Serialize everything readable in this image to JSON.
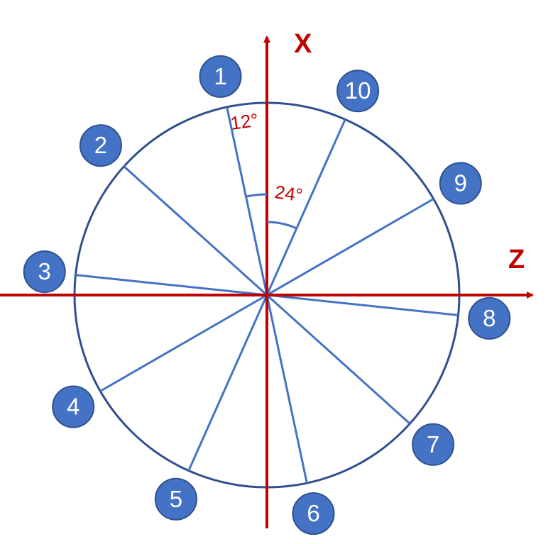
{
  "axes": {
    "x_label": "X",
    "z_label": "Z",
    "axis_color": "#C00000"
  },
  "angles": {
    "small": "12°",
    "large": "24°",
    "label_color": "#C00000"
  },
  "colors": {
    "circle": "#2F4F8F",
    "spokes": "#4472C4",
    "badge_fill": "#4472C4",
    "badge_stroke": "#2F528F",
    "badge_text": "#FFFFFF"
  },
  "positions": [
    {
      "label": "1",
      "angle_deg": 12
    },
    {
      "label": "2",
      "angle_deg": 48
    },
    {
      "label": "3",
      "angle_deg": 84
    },
    {
      "label": "4",
      "angle_deg": 120
    },
    {
      "label": "5",
      "angle_deg": 156
    },
    {
      "label": "6",
      "angle_deg": 192
    },
    {
      "label": "7",
      "angle_deg": 228
    },
    {
      "label": "8",
      "angle_deg": 264
    },
    {
      "label": "9",
      "angle_deg": 300
    },
    {
      "label": "10",
      "angle_deg": 336
    }
  ]
}
